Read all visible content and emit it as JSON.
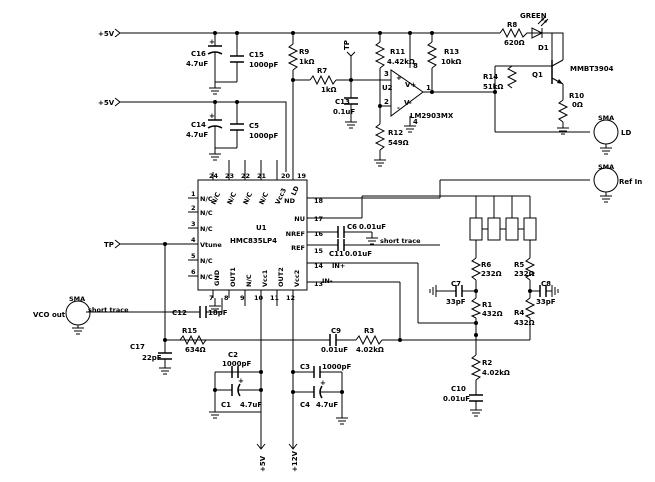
{
  "power": {
    "p5v_top": "+5V",
    "p5v_mid": "+5V",
    "p5v_bot": "+5V",
    "p12v": "+12V"
  },
  "caps": {
    "c16": {
      "ref": "C16",
      "val": "4.7uF"
    },
    "c15": {
      "ref": "C15",
      "val": "1000pF"
    },
    "c14": {
      "ref": "C14",
      "val": "4.7uF"
    },
    "c5": {
      "ref": "C5",
      "val": "1000pF"
    },
    "c13": {
      "ref": "C13",
      "val": "0.1uF"
    },
    "c6": {
      "ref": "C6",
      "val": "0.01uF"
    },
    "c11": {
      "ref": "C11",
      "val": "0.01uF"
    },
    "c12": {
      "ref": "C12",
      "val": "18pF"
    },
    "c17": {
      "ref": "C17",
      "val": "22pF"
    },
    "c2": {
      "ref": "C2",
      "val": "1000pF"
    },
    "c1": {
      "ref": "C1",
      "val": "4.7uF"
    },
    "c3": {
      "ref": "C3",
      "val": "1000pF"
    },
    "c4": {
      "ref": "C4",
      "val": "4.7uF"
    },
    "c9": {
      "ref": "C9",
      "val": "0.01uF"
    },
    "c7": {
      "ref": "C7",
      "val": "33pF"
    },
    "c8": {
      "ref": "C8",
      "val": "33pF"
    },
    "c10": {
      "ref": "C10",
      "val": "0.01uF"
    }
  },
  "resistors": {
    "r9": {
      "ref": "R9",
      "val": "1kΩ"
    },
    "r7": {
      "ref": "R7",
      "val": "1kΩ"
    },
    "r11": {
      "ref": "R11",
      "val": "4.42kΩ"
    },
    "r12": {
      "ref": "R12",
      "val": "549Ω"
    },
    "r13": {
      "ref": "R13",
      "val": "10kΩ"
    },
    "r8": {
      "ref": "R8",
      "val": "620Ω"
    },
    "r14": {
      "ref": "R14",
      "val": "51kΩ"
    },
    "r10": {
      "ref": "R10",
      "val": "0Ω"
    },
    "r15": {
      "ref": "R15",
      "val": "634Ω"
    },
    "r3": {
      "ref": "R3",
      "val": "4.02kΩ"
    },
    "r6": {
      "ref": "R6",
      "val": "232Ω"
    },
    "r5": {
      "ref": "R5",
      "val": "232Ω"
    },
    "r1": {
      "ref": "R1",
      "val": "432Ω"
    },
    "r4": {
      "ref": "R4",
      "val": "432Ω"
    },
    "r2": {
      "ref": "R2",
      "val": "4.02kΩ"
    }
  },
  "opamp": {
    "ref": "U2",
    "part": "LM2903MX",
    "vplus": "V+",
    "vminus": "V-",
    "in_p": "+",
    "in_n": "-",
    "pin3": "3",
    "pin2": "2",
    "pin8": "8",
    "pin4": "4",
    "pin1": "1"
  },
  "led": {
    "color": "GREEN",
    "ref": "D1"
  },
  "transistor": {
    "ref": "Q1",
    "part": "MMBT3904"
  },
  "testpoints": {
    "tp_top": "TP",
    "tp_left": "TP"
  },
  "connectors": {
    "sma_ld": {
      "type": "SMA",
      "label": "LD"
    },
    "sma_ref": {
      "type": "SMA",
      "label": "Ref In"
    },
    "sma_vco": {
      "type": "SMA",
      "label": "VCO out"
    }
  },
  "notes": {
    "short1": "short trace",
    "short2": "short trace"
  },
  "chip": {
    "ref": "U1",
    "part": "HMC835LP4",
    "top_nums": [
      "24",
      "23",
      "22",
      "21",
      "20",
      "19"
    ],
    "top_names": [
      "N/C",
      "N/C",
      "N/C",
      "N/C",
      "Vcc3",
      "LD"
    ],
    "left_nums": [
      "1",
      "2",
      "3",
      "4",
      "5",
      "6"
    ],
    "left_names": [
      "N/C",
      "N/C",
      "N/C",
      "Vtune",
      "N/C",
      "N/C"
    ],
    "right_nums": [
      "18",
      "17",
      "16",
      "15",
      "14",
      "13"
    ],
    "right_names": [
      "ND",
      "NU",
      "NREF",
      "REF",
      "IN+",
      "IN-"
    ],
    "bot_nums": [
      "7",
      "8",
      "9",
      "10",
      "11",
      "12"
    ],
    "bot_names": [
      "GND",
      "OUT1",
      "N/C",
      "Vcc1",
      "OUT2",
      "Vcc2"
    ]
  }
}
